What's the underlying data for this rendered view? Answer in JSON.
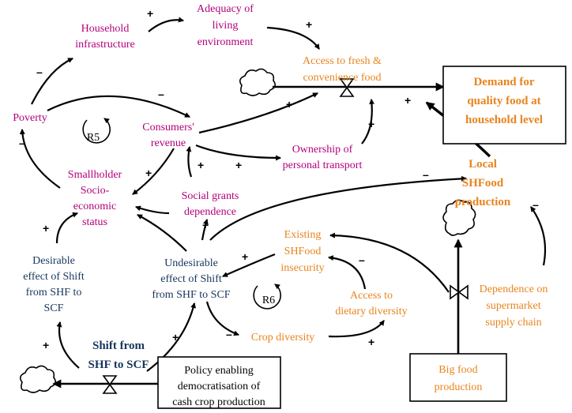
{
  "colors": {
    "magenta": "#b3007a",
    "orange": "#e8841e",
    "navy": "#17365d",
    "black": "#000000"
  },
  "nodes": {
    "household_infrastructure": [
      "Household",
      "infrastructure"
    ],
    "adequacy_living_environment": [
      "Adequacy of",
      "living",
      "environment"
    ],
    "access_fresh_food": [
      "Access to fresh &",
      "convenience food"
    ],
    "demand_quality_food": [
      "Demand for",
      "quality food at",
      "household level"
    ],
    "poverty": [
      "Poverty"
    ],
    "consumers_revenue": [
      "Consumers'",
      "revenue"
    ],
    "ownership_transport": [
      "Ownership of",
      "personal transport"
    ],
    "local_shfood": [
      "Local",
      "SHFood",
      "production"
    ],
    "smallholder_status": [
      "Smallholder",
      "Socio-",
      "economic",
      "status"
    ],
    "social_grants": [
      "Social grants",
      "dependence"
    ],
    "existing_insecurity": [
      "Existing",
      "SHFood",
      "insecurity"
    ],
    "desirable_effect": [
      "Desirable",
      "effect of Shift",
      "from SHF to",
      "SCF"
    ],
    "undesirable_effect": [
      "Undesirable",
      "effect of Shift",
      "from SHF to SCF"
    ],
    "access_dietary": [
      "Access to",
      "dietary diversity"
    ],
    "dependence_supermarket": [
      "Dependence on",
      "supermarket",
      "supply chain"
    ],
    "crop_diversity": [
      "Crop diversity"
    ],
    "shift_shf_scf": [
      "Shift from",
      "SHF to SCF"
    ],
    "policy_enabling": [
      "Policy enabling",
      "democratisation of",
      "cash crop production"
    ],
    "big_food": [
      "Big food",
      "production"
    ]
  },
  "loops": {
    "r5": "R5",
    "r6": "R6"
  },
  "signs": {
    "s_plus": "+",
    "s_minus": "–"
  }
}
